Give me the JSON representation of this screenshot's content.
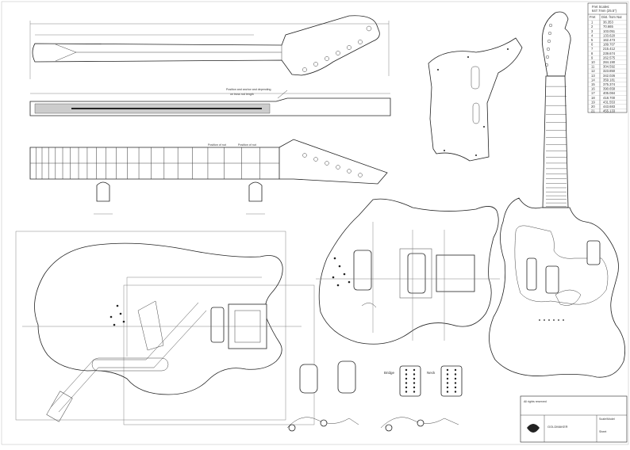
{
  "fret_table": {
    "title_line1": "Fret Scales:",
    "title_line2": "647.7mm (25.5\")",
    "col_fret": "Fret",
    "col_dist": "Dist. from Nut",
    "rows": [
      [
        "1",
        "36.353"
      ],
      [
        "2",
        "70.665"
      ],
      [
        "3",
        "103.051"
      ],
      [
        "4",
        "133.620"
      ],
      [
        "5",
        "162.473"
      ],
      [
        "6",
        "189.707"
      ],
      [
        "7",
        "215.412"
      ],
      [
        "8",
        "239.674"
      ],
      [
        "9",
        "262.575"
      ],
      [
        "10",
        "284.190"
      ],
      [
        "11",
        "304.592"
      ],
      [
        "12",
        "323.850"
      ],
      [
        "13",
        "342.026"
      ],
      [
        "14",
        "359.181"
      ],
      [
        "15",
        "375.374"
      ],
      [
        "16",
        "390.658"
      ],
      [
        "17",
        "405.084"
      ],
      [
        "18",
        "418.700"
      ],
      [
        "19",
        "431.553"
      ],
      [
        "20",
        "443.683"
      ],
      [
        "21",
        "455.133"
      ]
    ]
  },
  "labels": {
    "strings_bridge": "Bridge",
    "strings_neck": "Neck",
    "rights": "All rights reserved"
  },
  "title_block": {
    "name": "GOLDMAKER",
    "field1": "Scale/Model",
    "field2": "Sheet"
  }
}
